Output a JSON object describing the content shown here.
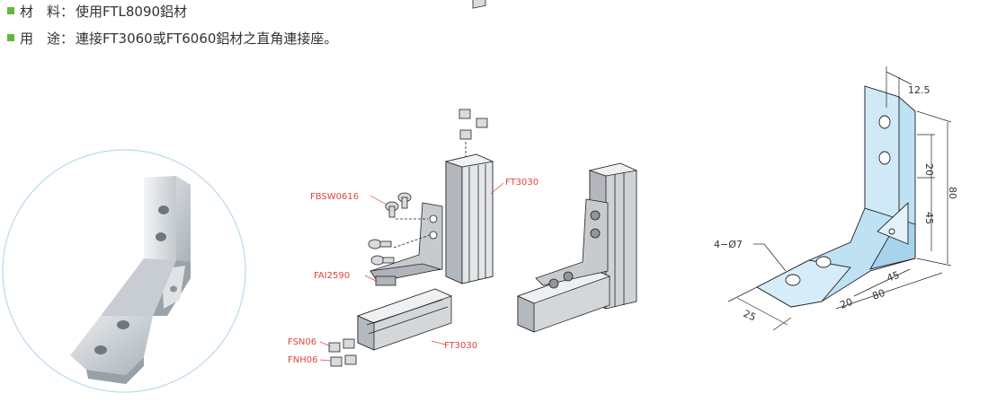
{
  "specs": [
    {
      "key": "材　料：",
      "value": "使用FTL8090鋁材"
    },
    {
      "key": "用　途：",
      "value": "連接FT3060或FT6060鋁材之直角連接座。"
    }
  ],
  "part_labels": {
    "screw": "FBSW0616",
    "profile_top": "FT3030",
    "bracket": "FAI2590",
    "profile_bottom": "FT3030",
    "nut_a": "FSN06",
    "nut_b": "FNH06"
  },
  "dimensions": {
    "hole": "4−Ø7",
    "d12_5": "12.5",
    "d20_v": "20",
    "d45_v": "45",
    "d80_v": "80",
    "d45_h": "45",
    "d20_h": "20",
    "d80_h": "80",
    "d25": "25"
  },
  "colors": {
    "bullet": "#62b83e",
    "label": "#e0453a",
    "drawing_fill": "#bfe1f4",
    "circle_border": "#b9dbea"
  }
}
